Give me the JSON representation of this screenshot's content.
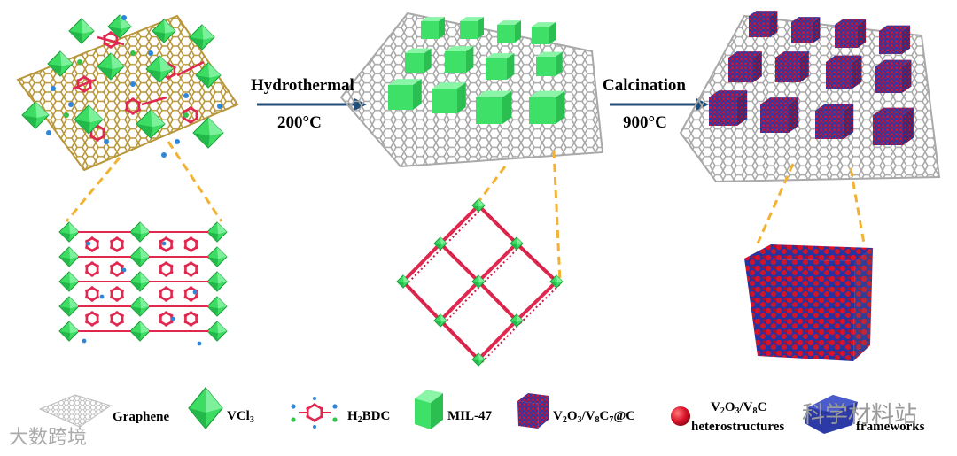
{
  "process": {
    "step1": {
      "method": "Hydrothermal",
      "temperature": "200°C"
    },
    "step2": {
      "method": "Calcination",
      "temperature": "900°C"
    }
  },
  "legend": {
    "graphene": "Graphene",
    "vcl3": {
      "base": "VCl",
      "sub": "3"
    },
    "h2bdc": {
      "pre": "H",
      "sub": "2",
      "post": "BDC"
    },
    "mil47": "MIL-47",
    "composite": {
      "v": "V",
      "s1": "2",
      "o": "O",
      "s2": "3",
      "slash": "/V",
      "s3": "8",
      "c": "C",
      "s4": "7",
      "tail": "@C"
    },
    "hetero": {
      "v": "V",
      "s1": "2",
      "o": "O",
      "s2": "3",
      "slash": "/V",
      "s3": "8",
      "tail": "C",
      "line2": "heterostructures"
    },
    "frameworks": "frameworks"
  },
  "watermark": {
    "left": "大数跨境",
    "right": "科学材料站"
  },
  "colors": {
    "graphene_gold": "#b8963a",
    "graphene_gray": "#a6a6a6",
    "octahedron": "#3ddc62",
    "linker": "#e0284f",
    "cube": "#3ee068",
    "arrow": "#1f4e79",
    "leader": "#f2b233",
    "particle_red": "#d9122a",
    "particle_blue": "#2b3aa6"
  }
}
